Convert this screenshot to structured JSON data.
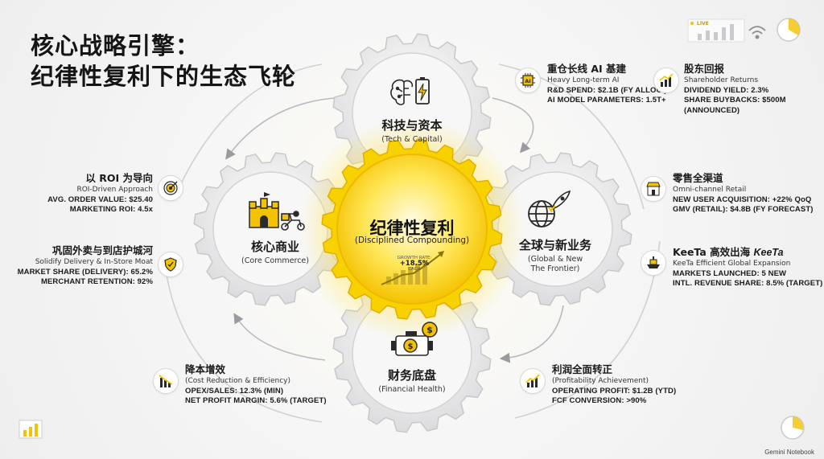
{
  "title": {
    "line1": "核心战略引擎：",
    "line2": "纪律性复利下的生态飞轮"
  },
  "center": {
    "zh": "纪律性复利",
    "en": "(Disciplined Compounding)",
    "growth_label": "GROWTH RATE:",
    "growth_value": "+18.5%",
    "growth_unit": "CAGR"
  },
  "gears": {
    "tech": {
      "zh": "科技与资本",
      "en": "(Tech & Capital)"
    },
    "global": {
      "zh": "全球与新业务",
      "en_line1": "(Global & New",
      "en_line2": "The Frontier)"
    },
    "finance": {
      "zh": "财务底盘",
      "en": "(Financial Health)"
    },
    "core": {
      "zh": "核心商业",
      "en": "(Core Commerce)"
    }
  },
  "panels": {
    "ai": {
      "zh": "重仓长线 AI 基建",
      "en": "Heavy Long-term AI",
      "l1": "R&D SPEND: $2.1B (FY ALLOC.)",
      "l2": "AI MODEL PARAMETERS: 1.5T+",
      "icon": "ai-chip-icon"
    },
    "shareholder": {
      "zh": "股东回报",
      "en": "Shareholder Returns",
      "l1": "DIVIDEND YIELD: 2.3%",
      "l2": "SHARE BUYBACKS: $500M (ANNOUNCED)",
      "icon": "rising-chart-icon"
    },
    "retail": {
      "zh": "零售全渠道",
      "en": "Omni-channel Retail",
      "l1": "NEW USER ACQUISITION: +22% QoQ",
      "l2": "GMV (RETAIL): $4.8B (FY FORECAST)",
      "icon": "shop-icon"
    },
    "keeta": {
      "zh": "KeeTa 高效出海",
      "logo": "KeeTa",
      "en": "KeeTa Efficient Global Expansion",
      "l1": "MARKETS LAUNCHED: 5 NEW",
      "l2": "INTL. REVENUE SHARE: 8.5% (TARGET)",
      "icon": "ship-icon"
    },
    "profit": {
      "zh": "利润全面转正",
      "en": "(Profitability Achievement)",
      "l1": "OPERATING PROFIT: $1.2B (YTD)",
      "l2": "FCF CONVERSION: >90%",
      "icon": "growth-chart-icon"
    },
    "cost": {
      "zh": "降本增效",
      "en": "(Cost Reduction & Efficiency)",
      "l1": "OPEX/SALES: 12.3% (MIN)",
      "l2": "NET PROFIT MARGIN: 5.6% (TARGET)",
      "icon": "declining-chart-icon"
    },
    "roi": {
      "zh": "以 ROI 为导向",
      "en": "ROI-Driven Approach",
      "l1": "AVG. ORDER VALUE: $25.40",
      "l2": "MARKETING ROI: 4.5x",
      "icon": "target-icon"
    },
    "moat": {
      "zh": "巩固外卖与到店护城河",
      "en": "Solidify Delivery & In-Store Moat",
      "l1": "MARKET SHARE (DELIVERY): 65.2%",
      "l2": "MERCHANT RETENTION: 92%",
      "icon": "shield-icon"
    }
  },
  "deco": {
    "live": "LIVE"
  },
  "brand": "Gemini Notebook",
  "colors": {
    "accent": "#f5c400",
    "accent_light": "#ffe866",
    "gear": "#d9d9db",
    "text": "#1c1c1c"
  }
}
